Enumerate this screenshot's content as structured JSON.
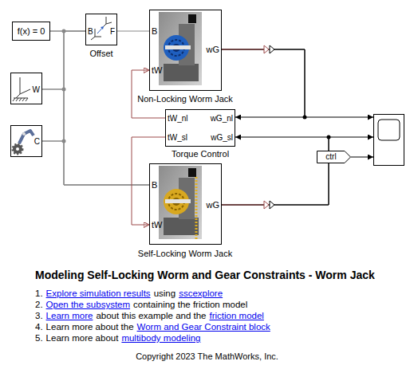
{
  "diagram": {
    "title": "Modeling Self-Locking Worm and Gear Constraints - Worm Jack",
    "caption": "Copyright 2023 The MathWorks, Inc.",
    "nodes": [
      {
        "text": [
          "f(x) = 0"
        ]
      },
      {
        "text": [
          "B",
          "F",
          "Offset"
        ]
      },
      {
        "text": [
          "W"
        ]
      },
      {
        "text": [
          "C"
        ]
      },
      {
        "text": [
          "B",
          "tW",
          "wG",
          "Non-Locking Worm Jack"
        ]
      },
      {
        "text": [
          "tW_nl",
          "wG_nl",
          "tW_sl",
          "wG_sl",
          "Torque Control"
        ]
      },
      {
        "text": [
          "B",
          "tW",
          "wG",
          "Self-Locking Worm Jack"
        ]
      },
      {
        "text": []
      },
      {
        "text": [
          "ctrl"
        ]
      }
    ],
    "edges": [
      {
        "from": 0,
        "to": 1,
        "arrow": "none"
      },
      {
        "from": 2,
        "to": 1,
        "arrow": "none"
      },
      {
        "from": 3,
        "to": 1,
        "arrow": "none"
      },
      {
        "from": 0,
        "to": 6,
        "arrow": "none"
      },
      {
        "from": 2,
        "to": 6,
        "arrow": "none"
      },
      {
        "from": 3,
        "to": 6,
        "arrow": "none"
      },
      {
        "from": 1,
        "to": 4,
        "arrow": "none"
      },
      {
        "from": 4,
        "to": 5,
        "arrow": "to"
      },
      {
        "from": 4,
        "to": 7,
        "arrow": "to"
      },
      {
        "from": 6,
        "to": 5,
        "arrow": "to"
      },
      {
        "from": 6,
        "to": 7,
        "arrow": "to"
      },
      {
        "from": 8,
        "to": 7,
        "arrow": "to"
      },
      {
        "from": 5,
        "to": 4,
        "arrow": "to"
      },
      {
        "from": 5,
        "to": 6,
        "arrow": "to"
      }
    ],
    "labels": [
      "1.",
      "Explore simulation results",
      "using",
      "sscexplore",
      "2.",
      "Open the subsystem",
      "containing the friction model",
      "3.",
      "Learn more",
      "about this example and the",
      "friction model",
      "4.",
      "Learn more about the",
      "Worm and Gear Constraint block",
      "5.",
      "Learn more about",
      "multibody modeling"
    ]
  }
}
